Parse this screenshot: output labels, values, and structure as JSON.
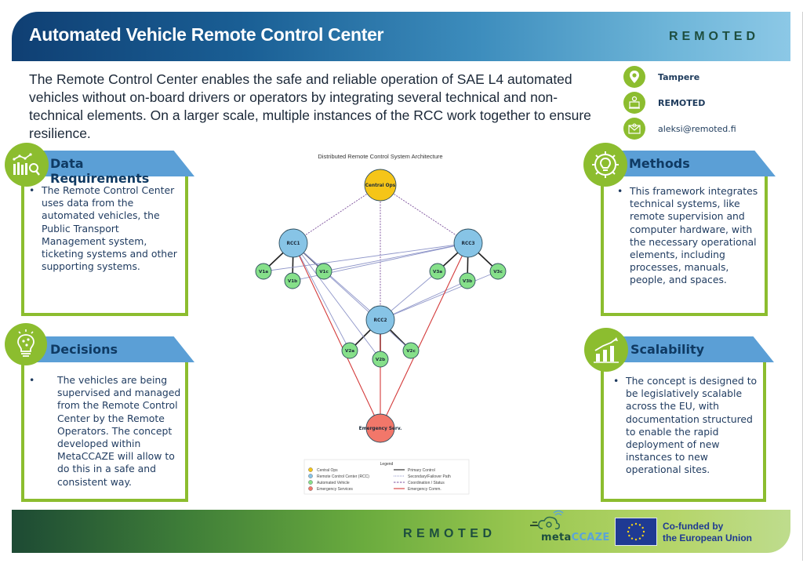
{
  "header": {
    "title": "Automated Vehicle Remote Control Center",
    "brand": "REMOTED"
  },
  "intro": "The Remote Control Center enables the safe and reliable operation of SAE L4 automated vehicles without on-board drivers or operators by integrating several technical and non-technical elements. On a larger scale, multiple instances of the RCC work together to ensure resilience.",
  "contact": [
    {
      "icon": "location-pin-icon",
      "text": "Tampere"
    },
    {
      "icon": "operator-workstation-icon",
      "text": "REMOTED"
    },
    {
      "icon": "email-icon",
      "text": "aleksi@remoted.fi"
    }
  ],
  "cards": {
    "data_requirements": {
      "title": "Data Requirements",
      "icon": "chart-search-icon",
      "body": "The Remote Control Center uses data from the automated vehicles, the Public Transport Management system, ticketing systems and other supporting systems."
    },
    "decisions": {
      "title": "Decisions",
      "icon": "lightbulb-icon",
      "body": "The vehicles are being supervised and managed from the Remote Control Center by the Remote Operators. The concept developed within MetaCCAZE will allow to do this in a safe and consistent way."
    },
    "methods": {
      "title": "Methods",
      "icon": "gear-lightbulb-icon",
      "body": "This framework integrates technical systems, like remote supervision and computer hardware, with the necessary operational elements, including processes, manuals, people, and spaces."
    },
    "scalability": {
      "title": "Scalability",
      "icon": "growth-bars-icon",
      "body": "The concept is designed to be legislatively scalable across the EU, with documentation structured to enable the rapid deployment of new instances to new operational sites."
    }
  },
  "diagram": {
    "title": "Distributed Remote Control System Architecture",
    "node_colors": {
      "central": "#f5c518",
      "rcc": "#87c4e6",
      "vehicle": "#86e08a",
      "emergency": "#f2776a"
    },
    "nodes": [
      {
        "id": "central",
        "label": "Central Ops",
        "type": "central"
      },
      {
        "id": "rcc1",
        "label": "RCC1",
        "type": "rcc"
      },
      {
        "id": "rcc2",
        "label": "RCC2",
        "type": "rcc"
      },
      {
        "id": "rcc3",
        "label": "RCC3",
        "type": "rcc"
      },
      {
        "id": "v1a",
        "label": "V1a",
        "type": "vehicle"
      },
      {
        "id": "v1b",
        "label": "V1b",
        "type": "vehicle"
      },
      {
        "id": "v1c",
        "label": "V1c",
        "type": "vehicle"
      },
      {
        "id": "v2a",
        "label": "V2a",
        "type": "vehicle"
      },
      {
        "id": "v2b",
        "label": "V2b",
        "type": "vehicle"
      },
      {
        "id": "v2c",
        "label": "V2c",
        "type": "vehicle"
      },
      {
        "id": "v3a",
        "label": "V3a",
        "type": "vehicle"
      },
      {
        "id": "v3b",
        "label": "V3b",
        "type": "vehicle"
      },
      {
        "id": "v3c",
        "label": "V3c",
        "type": "vehicle"
      },
      {
        "id": "emergency",
        "label": "Emergency Serv.",
        "type": "emergency"
      }
    ],
    "edges": [
      {
        "from": "rcc1",
        "to": "v1a",
        "kind": "primary"
      },
      {
        "from": "rcc1",
        "to": "v1b",
        "kind": "primary"
      },
      {
        "from": "rcc1",
        "to": "v1c",
        "kind": "primary"
      },
      {
        "from": "rcc2",
        "to": "v2a",
        "kind": "primary"
      },
      {
        "from": "rcc2",
        "to": "v2b",
        "kind": "primary"
      },
      {
        "from": "rcc2",
        "to": "v2c",
        "kind": "primary"
      },
      {
        "from": "rcc3",
        "to": "v3a",
        "kind": "primary"
      },
      {
        "from": "rcc3",
        "to": "v3b",
        "kind": "primary"
      },
      {
        "from": "rcc3",
        "to": "v3c",
        "kind": "primary"
      },
      {
        "from": "central",
        "to": "rcc1",
        "kind": "coordination"
      },
      {
        "from": "central",
        "to": "rcc2",
        "kind": "coordination"
      },
      {
        "from": "central",
        "to": "rcc3",
        "kind": "coordination"
      },
      {
        "from": "rcc1",
        "to": "v2a",
        "kind": "secondary"
      },
      {
        "from": "rcc1",
        "to": "v2b",
        "kind": "secondary"
      },
      {
        "from": "rcc1",
        "to": "v2c",
        "kind": "secondary"
      },
      {
        "from": "rcc1",
        "to": "rcc2",
        "kind": "secondary"
      },
      {
        "from": "rcc3",
        "to": "v1a",
        "kind": "secondary"
      },
      {
        "from": "rcc3",
        "to": "v1c",
        "kind": "secondary"
      },
      {
        "from": "rcc3",
        "to": "v1b",
        "kind": "secondary"
      },
      {
        "from": "rcc2",
        "to": "v3a",
        "kind": "secondary"
      },
      {
        "from": "rcc2",
        "to": "v3b",
        "kind": "secondary"
      },
      {
        "from": "rcc2",
        "to": "v3c",
        "kind": "secondary"
      },
      {
        "from": "rcc1",
        "to": "emergency",
        "kind": "emergency"
      },
      {
        "from": "rcc2",
        "to": "emergency",
        "kind": "emergency"
      },
      {
        "from": "rcc3",
        "to": "emergency",
        "kind": "emergency"
      }
    ],
    "legend": {
      "title": "Legend",
      "nodes": [
        {
          "label": "Central Ops",
          "type": "central"
        },
        {
          "label": "Remote Control Center (RCC)",
          "type": "rcc"
        },
        {
          "label": "Automated Vehicle",
          "type": "vehicle"
        },
        {
          "label": "Emergency Services",
          "type": "emergency"
        }
      ],
      "edges": [
        {
          "label": "Primary Control",
          "kind": "primary"
        },
        {
          "label": "Secondary/Failover Path",
          "kind": "secondary"
        },
        {
          "label": "Coordination / Status",
          "kind": "coordination"
        },
        {
          "label": "Emergency Comm.",
          "kind": "emergency"
        }
      ]
    }
  },
  "footer": {
    "brand": "REMOTED",
    "meta_logo_prefix": "meta",
    "meta_logo_suffix": "CCAZE",
    "eu_text_line1": "Co-funded by",
    "eu_text_line2": "the European Union"
  }
}
